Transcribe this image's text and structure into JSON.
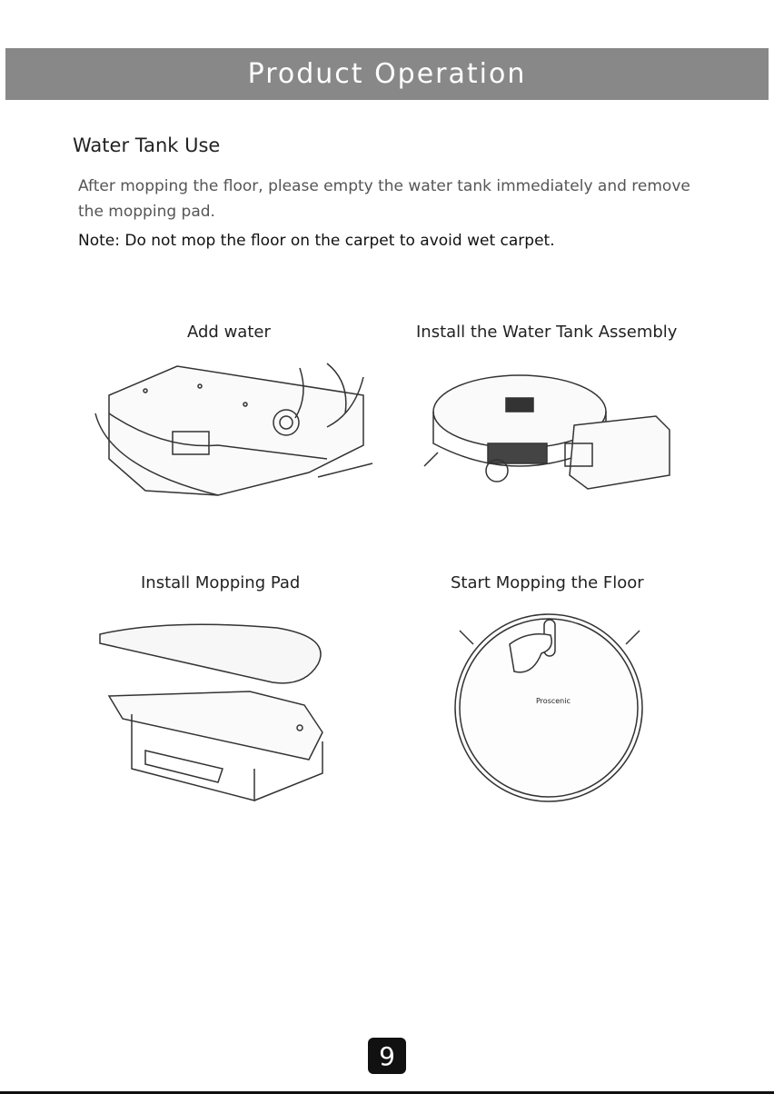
{
  "header": {
    "title": "Product Operation"
  },
  "section": {
    "title": "Water Tank Use",
    "paragraph": "After mopping the floor, please empty the water tank immediately and remove the mopping pad.",
    "note": "Note: Do not mop the floor on the carpet to avoid wet carpet."
  },
  "steps": [
    {
      "caption": "Add water"
    },
    {
      "caption": "Install the Water Tank Assembly"
    },
    {
      "caption": "Install Mopping Pad"
    },
    {
      "caption": "Start Mopping the Floor"
    }
  ],
  "robot_logo": {
    "brand": "Proscenic"
  },
  "footer": {
    "page_number": "9"
  }
}
